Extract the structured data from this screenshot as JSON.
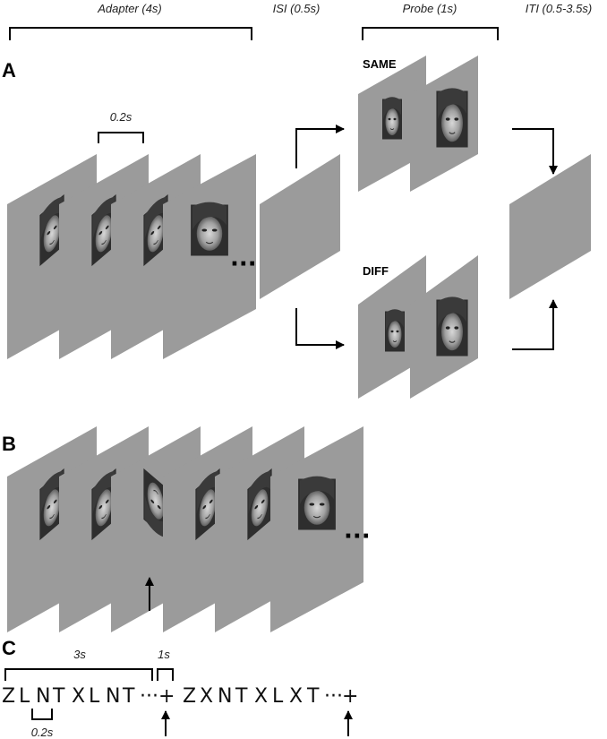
{
  "timeline": {
    "adapter": "Adapter (4s)",
    "isi": "ISI (0.5s)",
    "probe": "Probe (1s)",
    "iti": "ITI (0.5-3.5s)"
  },
  "panels": {
    "a": "A",
    "b": "B",
    "c": "C"
  },
  "panel_a": {
    "interval": "0.2s",
    "same": "SAME",
    "diff": "DIFF",
    "ellipsis": "···"
  },
  "panel_b": {
    "ellipsis": "···"
  },
  "panel_c": {
    "label_3s": "3s",
    "label_1s": "1s",
    "label_02s": "0.2s",
    "seq1": [
      "Z",
      "L",
      "N",
      "T",
      "X",
      "L",
      "N",
      "T",
      "···",
      "+"
    ],
    "seq2": [
      "Z",
      "X",
      "N",
      "T",
      "X",
      "L",
      "X",
      "T",
      "···",
      "+"
    ]
  },
  "colors": {
    "frame": "#9b9b9b",
    "face": "#7a7a7a",
    "line": "#000000"
  }
}
